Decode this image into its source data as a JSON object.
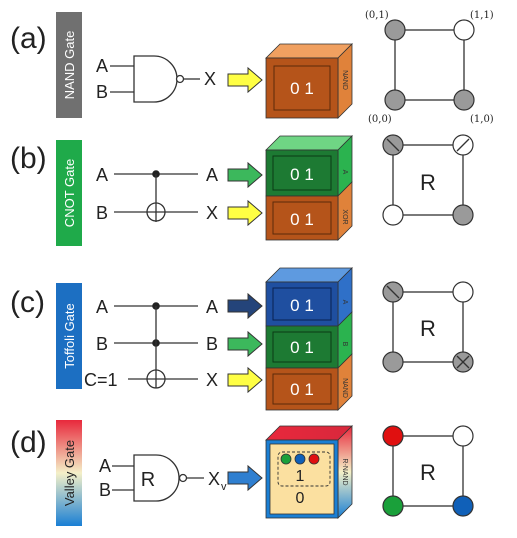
{
  "panels": [
    {
      "id": "a",
      "row_label": "(a)",
      "gate_label": "NAND Gate",
      "gate_color": "#707070",
      "inputs": [
        "A",
        "B"
      ],
      "output": "X",
      "cube": {
        "states": "0 1",
        "side_label": "NAND",
        "front": "#b5541a",
        "side": "#e0823a",
        "top": "#f0a060"
      },
      "corners": {
        "tl": "(0,1)",
        "tr": "(1,1)",
        "bl": "(0,0)",
        "br": "(1,0)"
      }
    },
    {
      "id": "b",
      "row_label": "(b)",
      "gate_label": "CNOT Gate",
      "gate_color": "#1faa4a",
      "inputs": [
        "A",
        "B"
      ],
      "outputs": [
        "A",
        "X"
      ],
      "cubes": [
        {
          "states": "0 1",
          "side_label": "A",
          "front": "#1d7a33",
          "side": "#2bb34f",
          "top": "#6fd584"
        },
        {
          "states": "0 1",
          "side_label": "XOR",
          "front": "#b5541a",
          "side": "#e0823a",
          "top": "#f0a060"
        }
      ],
      "center_label": "R"
    },
    {
      "id": "c",
      "row_label": "(c)",
      "gate_label": "Toffoli Gate",
      "gate_color": "#1c6fc2",
      "inputs": [
        "A",
        "B",
        "C=1"
      ],
      "outputs": [
        "A",
        "B",
        "X"
      ],
      "cubes": [
        {
          "states": "0 1",
          "side_label": "A",
          "front": "#1f4fa0",
          "side": "#2f70c8",
          "top": "#5e9ae0"
        },
        {
          "states": "0 1",
          "side_label": "B",
          "front": "#1d7a33",
          "side": "#2bb34f",
          "top": "#6fd584"
        },
        {
          "states": "0 1",
          "side_label": "NAND",
          "front": "#b5541a",
          "side": "#e0823a",
          "top": "#f0a060"
        }
      ],
      "center_label": "R"
    },
    {
      "id": "d",
      "row_label": "(d)",
      "gate_label": "Valley Gate",
      "inputs": [
        "A",
        "B"
      ],
      "gate_symbol": "R",
      "output": "X",
      "output_sub": "v",
      "cube": {
        "top_state": "1",
        "bottom_state": "0",
        "side_label": "R-NAND"
      },
      "center_label": "R",
      "dot_colors": [
        "#e01010",
        "#ffffff",
        "#1aa03a",
        "#1060b8"
      ]
    }
  ],
  "colors": {
    "arrow_yellow": "#ffff44",
    "arrow_green": "#3cb85c",
    "arrow_navy": "#24447a",
    "arrow_blue": "#2f7fd0",
    "node_gray": "#9a9a9a",
    "node_white": "#ffffff"
  }
}
